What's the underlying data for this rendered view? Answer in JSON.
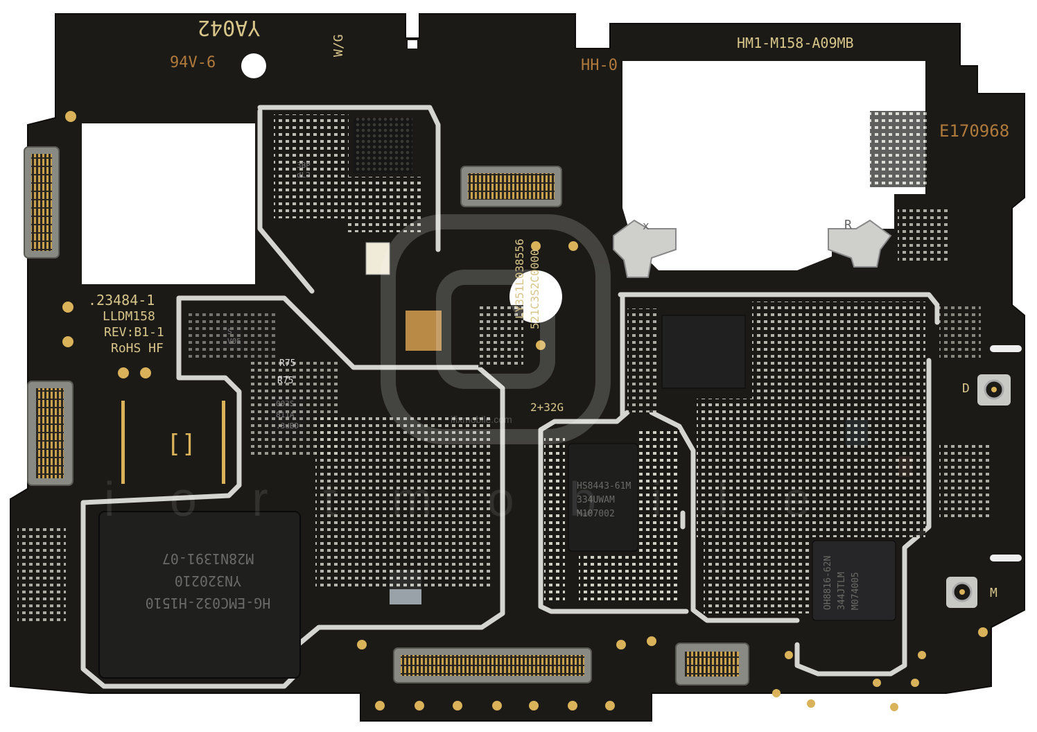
{
  "silkscreen": {
    "top_id": "YA042",
    "rating": "94V-6",
    "wg": "W/G",
    "hh": "HH-0",
    "model_code": "HM1-M158-A09MB",
    "ul_file": "E170968",
    "board_code": ".23484-1",
    "board_name": "LLDM158",
    "revision": "REV:B1-1",
    "compliance": "RoHS HF",
    "serial_1": "LY351L038556",
    "serial_2": "521C3S2C0000",
    "memory_config": "2+32G",
    "label_d": "D",
    "label_m": "M",
    "label_x": "x",
    "label_r": "R",
    "resistor_1": "R75",
    "resistor_2": "R75"
  },
  "chips": {
    "storage": {
      "line1": "HG-EMC032-H1510",
      "line2": "YN320210",
      "line3": "M28N1391-07"
    },
    "ram": {
      "line1": "HS8443-61M",
      "line2": "334UWAM",
      "line3": "M107002"
    },
    "pmic": {
      "line1": "OH8816-62N",
      "line2": "344JTLM",
      "line3": "M074005"
    },
    "small_a": {
      "line1": "003S",
      "line2": "811A",
      "line3": ".3dBD"
    },
    "small_b": {
      "line1": "S",
      "line2": "V05"
    },
    "small_c": {
      "line1": "3BP",
      "line2": "dL2"
    }
  },
  "watermark": {
    "text": "ifixmobile.com",
    "large_text": "i  o  r  t  m  o  b  i  l  e"
  },
  "colors": {
    "board": "#1b1a17",
    "silkscreen": "#d8c58a",
    "gold_pad": "#d9b25a",
    "shield": "#c9c9c9",
    "chip": "#222222",
    "copper_text": "#b07a3c"
  }
}
